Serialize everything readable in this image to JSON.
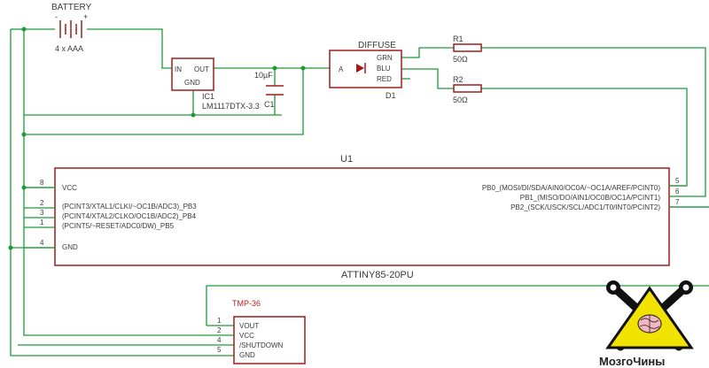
{
  "battery": {
    "title": "BATTERY",
    "minus": "-",
    "plus": "+",
    "spec": "4 x AAA"
  },
  "regulator": {
    "pin_in": "IN",
    "pin_out": "OUT",
    "pin_gnd": "GND",
    "ref": "IC1",
    "part": "LM1117DTX-3.3"
  },
  "capacitor": {
    "value": "10µF",
    "ref": "C1"
  },
  "led": {
    "title": "DIFFUSE",
    "anode": "A",
    "grn": "GRN",
    "blu": "BLU",
    "red": "RED",
    "ref": "D1"
  },
  "r1": {
    "ref": "R1",
    "value": "50Ω"
  },
  "r2": {
    "ref": "R2",
    "value": "50Ω"
  },
  "mcu": {
    "ref": "U1",
    "part": "ATTINY85-20PU",
    "left_pins": [
      {
        "num": "8",
        "label": "VCC"
      },
      {
        "num": "2",
        "label": "(PCINT3/XTAL1/CLKI/~OC1B/ADC3)_PB3"
      },
      {
        "num": "3",
        "label": "(PCINT4/XTAL2/CLKO/OC1B/ADC2)_PB4"
      },
      {
        "num": "1",
        "label": "(PCINT5/~RESET/ADC0/DW)_PB5"
      },
      {
        "num": "4",
        "label": "GND"
      }
    ],
    "right_pins": [
      {
        "num": "5",
        "label": "PB0_(MOSI/DI/SDA/AIN0/OC0A/~OC1A/AREF/PCINT0)"
      },
      {
        "num": "6",
        "label": "PB1_(MISO/DO/AIN1/OC0B/OC1A/PCINT1)"
      },
      {
        "num": "7",
        "label": "PB2_(SCK/USCK/SCL/ADC1/T0/INT0/PCINT2)"
      }
    ]
  },
  "sensor": {
    "title": "TMP-36",
    "pins": [
      {
        "num": "1",
        "label": "VOUT"
      },
      {
        "num": "2",
        "label": "VCC"
      },
      {
        "num": "4",
        "label": "/SHUTDOWN"
      },
      {
        "num": "5",
        "label": "GND"
      }
    ]
  },
  "logo": {
    "text": "МозгоЧины",
    "brain_icon": "brain-icon"
  },
  "colors": {
    "wire": "#1d9a3a",
    "body": "#a01c1c",
    "text": "#3a3a3a",
    "logo_yellow": "#f2e200"
  }
}
